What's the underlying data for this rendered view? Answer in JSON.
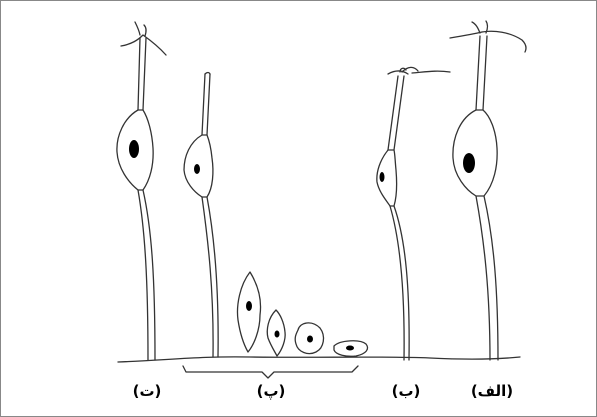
{
  "figure": {
    "labels": {
      "alef": "(الف)",
      "be": "(ب)",
      "pe": "(پ)",
      "te": "(ت)"
    },
    "colors": {
      "background": "#ffffff",
      "stroke": "#333333",
      "nucleus": "#000000",
      "frame": "#888888"
    }
  }
}
